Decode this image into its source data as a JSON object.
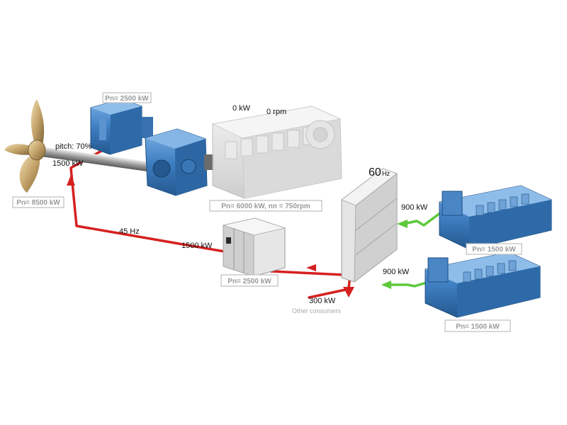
{
  "propeller": {
    "rating": "Pn= 8500 kW",
    "pitch_label": "pitch: 70%",
    "power_label": "1500 kW"
  },
  "electric_motor": {
    "rating": "Pn= 2500 kW"
  },
  "main_engine": {
    "power_readout": "0 kW",
    "speed_readout": "0 rpm",
    "rating": "Pn= 6000 kW, nn = 750rpm"
  },
  "converter": {
    "frequency_label": "45 Hz",
    "power_label": "1500 kW",
    "rating": "Pn= 2500 kW"
  },
  "switchboard": {
    "frequency_value": "60",
    "frequency_unit": "Hz"
  },
  "generators": [
    {
      "power_label": "900 kW",
      "rating": "Pn= 1500 kW"
    },
    {
      "power_label": "900 kW",
      "rating": "Pn= 1500 kW"
    }
  ],
  "consumers": {
    "power_label": "300 kW",
    "label": "Other consumers"
  },
  "colors": {
    "electric_line": "#d62020",
    "generator_line": "#5cc83a",
    "machine_blue": "#3f7fc2",
    "machine_blue_dark": "#24588f",
    "bronze": "#b89660",
    "engine_grey": "#dedede"
  }
}
